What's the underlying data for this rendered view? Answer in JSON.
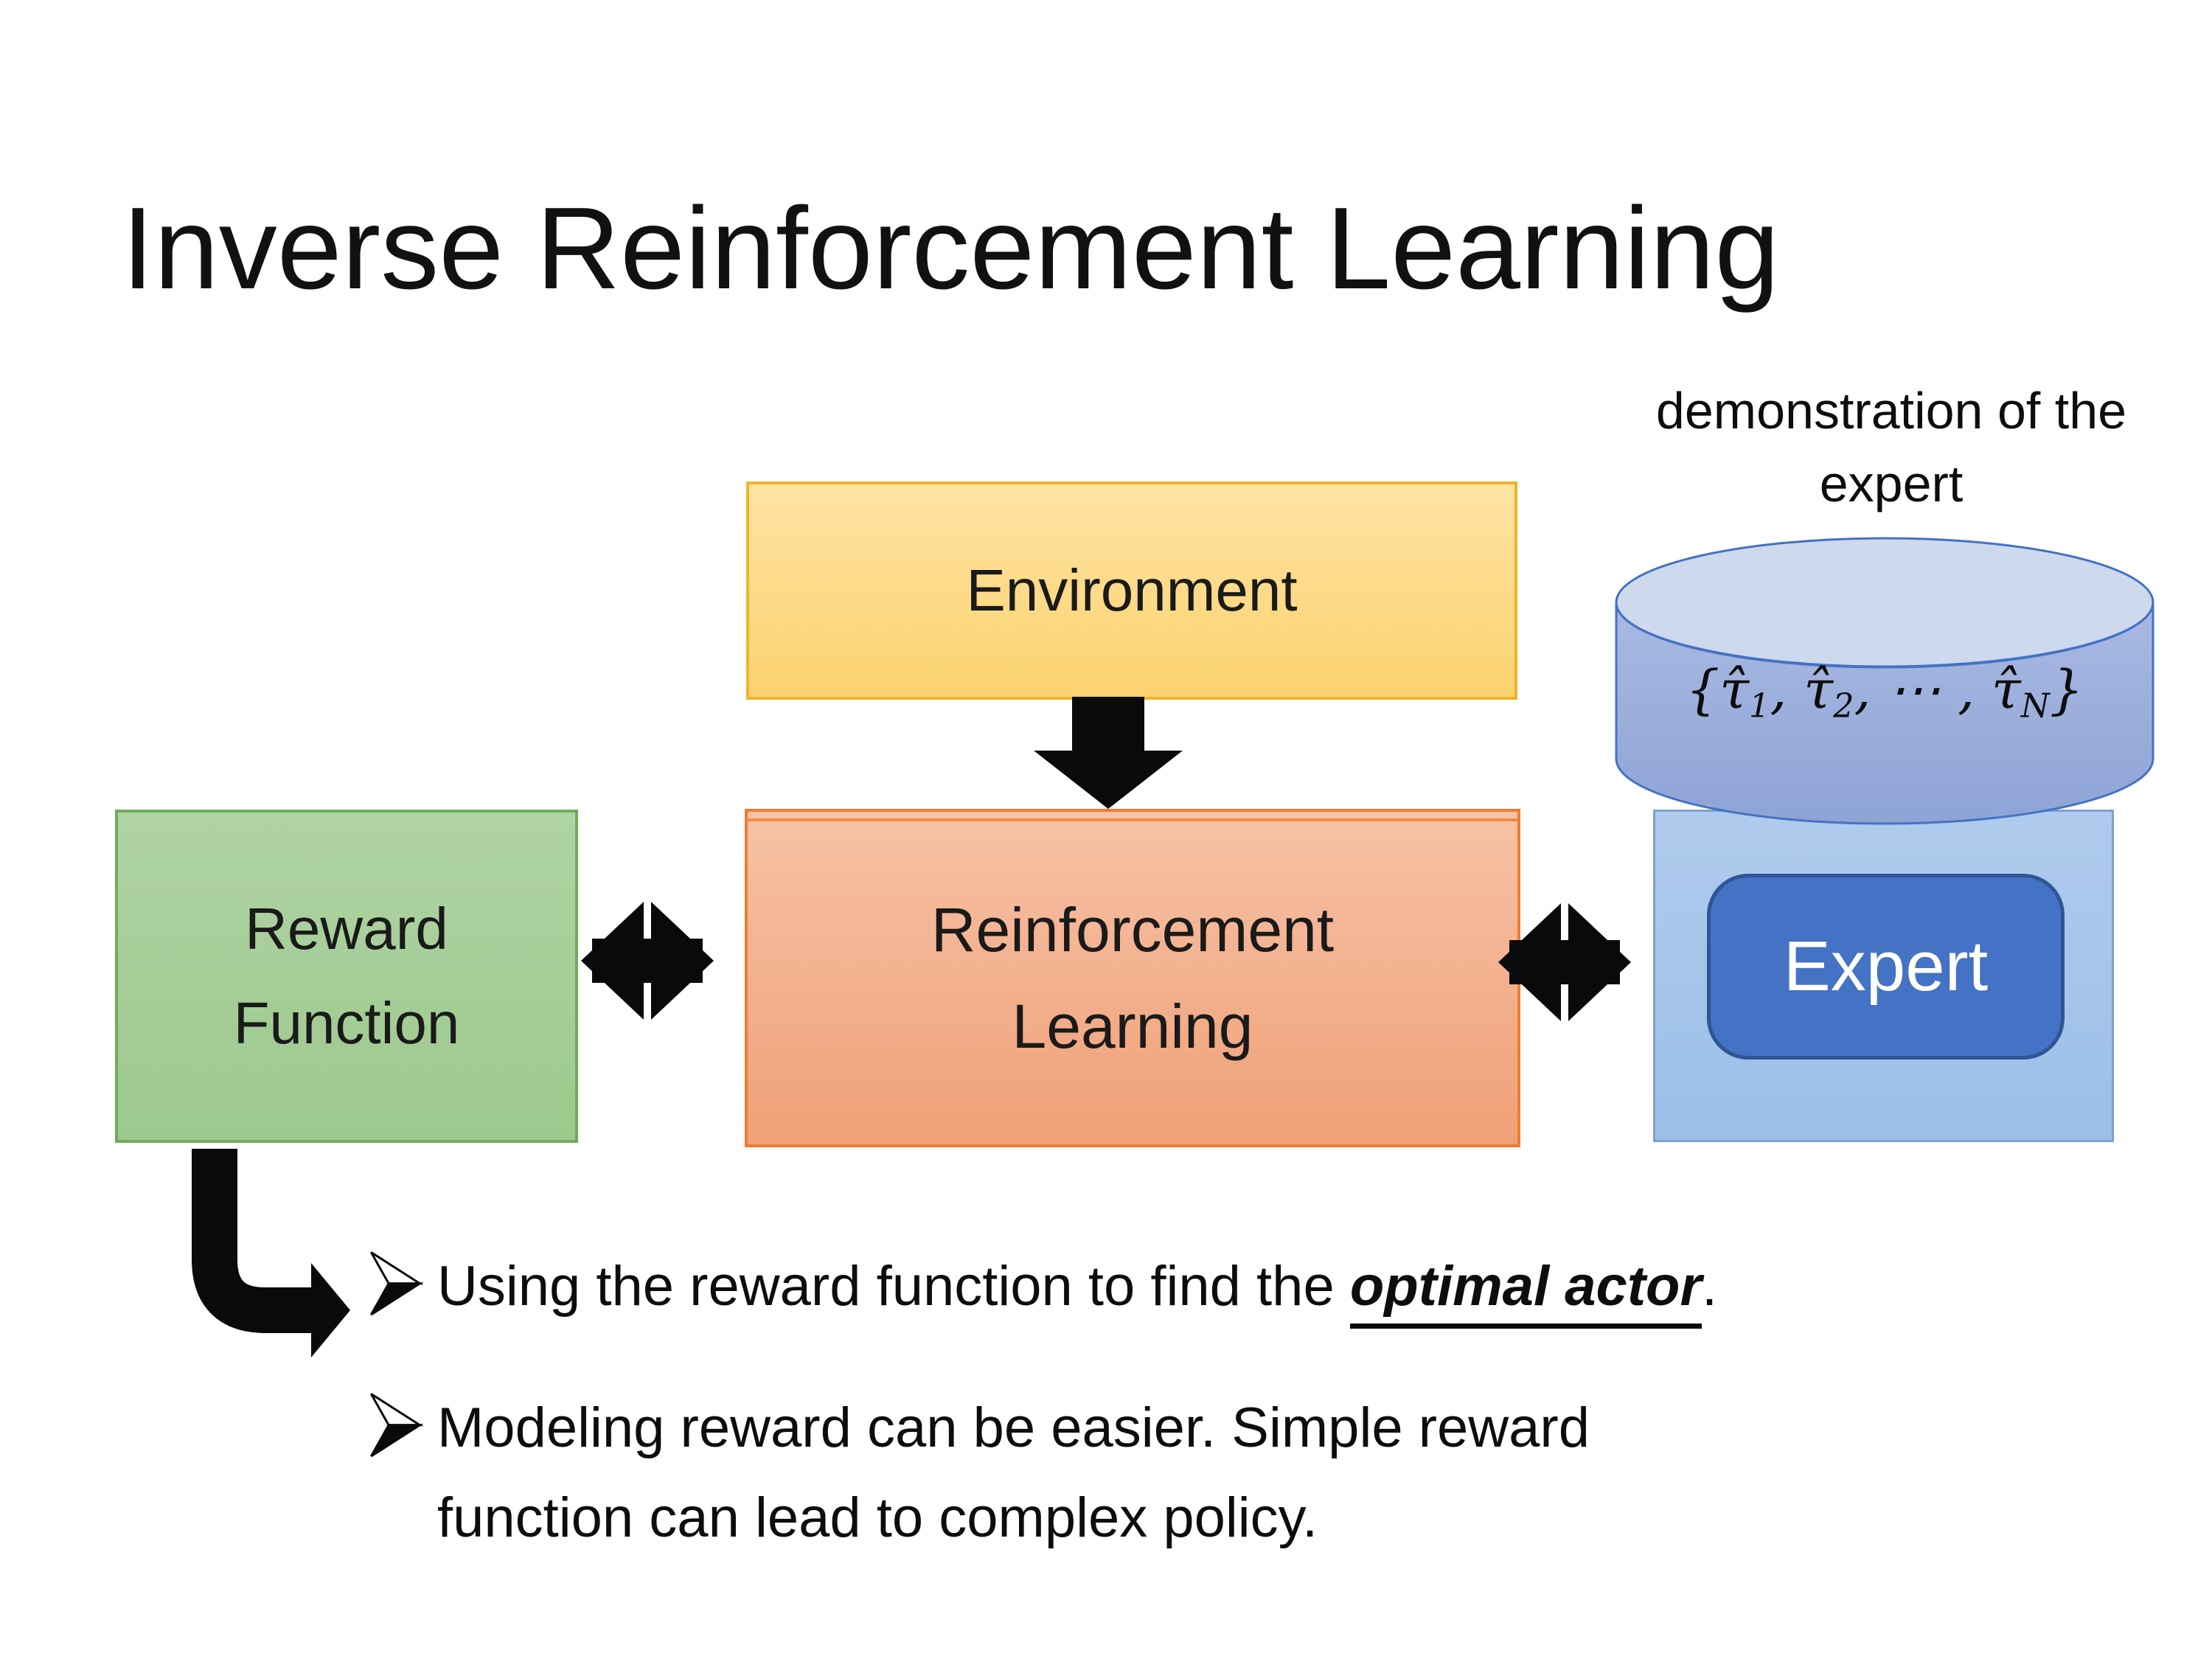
{
  "title": "Inverse Reinforcement Learning",
  "demonstration_label": "demonstration of the expert",
  "nodes": {
    "environment": {
      "label": "Environment"
    },
    "reward_function": {
      "label": "Reward Function"
    },
    "reinforcement_learning": {
      "label": "Reinforcement Learning"
    },
    "expert": {
      "label": "Expert"
    },
    "demonstrations_db": {
      "formula_parts": [
        {
          "t": "{τ̂"
        },
        {
          "t": "1",
          "sub": true
        },
        {
          "t": ", τ̂"
        },
        {
          "t": "2",
          "sub": true
        },
        {
          "t": ", ⋯ , τ̂"
        },
        {
          "t": "N",
          "sub": true
        },
        {
          "t": "}"
        }
      ]
    }
  },
  "bullets": [
    {
      "segments": [
        {
          "t": "Using the reward function to find the "
        },
        {
          "t": "optimal actor",
          "emph": true
        },
        {
          "t": "."
        }
      ]
    },
    {
      "segments": [
        {
          "t": "Modeling reward can be easier. Simple reward function can lead to complex policy."
        }
      ]
    }
  ],
  "theme": {
    "--ink": "#0a0a0a",
    "--env-top": "#FEE3A4",
    "--env-bottom": "#FBD26E",
    "--env-border": "#EDB42B",
    "--rl-top": "#F7C2A6",
    "--rl-bottom": "#EFA077",
    "--rl-border": "#ED7D31",
    "--reward-top": "#B0D3A4",
    "--reward-bottom": "#9CC98D",
    "--reward-border": "#70AC58",
    "--expertbg-top": "#AFCBED",
    "--expertbg-bottom": "#9CBFE7",
    "--expertbg-border": "#7F9FD1",
    "--expert-fill": "#4472C4",
    "--expert-border": "#2F5597",
    "--expert-text": "#FFFFFF",
    "--cyl-top": "#CED9EE",
    "--cyl-body-top": "#A9B9E2",
    "--cyl-body-bottom": "#8EA4D6",
    "--cyl-stroke": "#4472C4"
  }
}
